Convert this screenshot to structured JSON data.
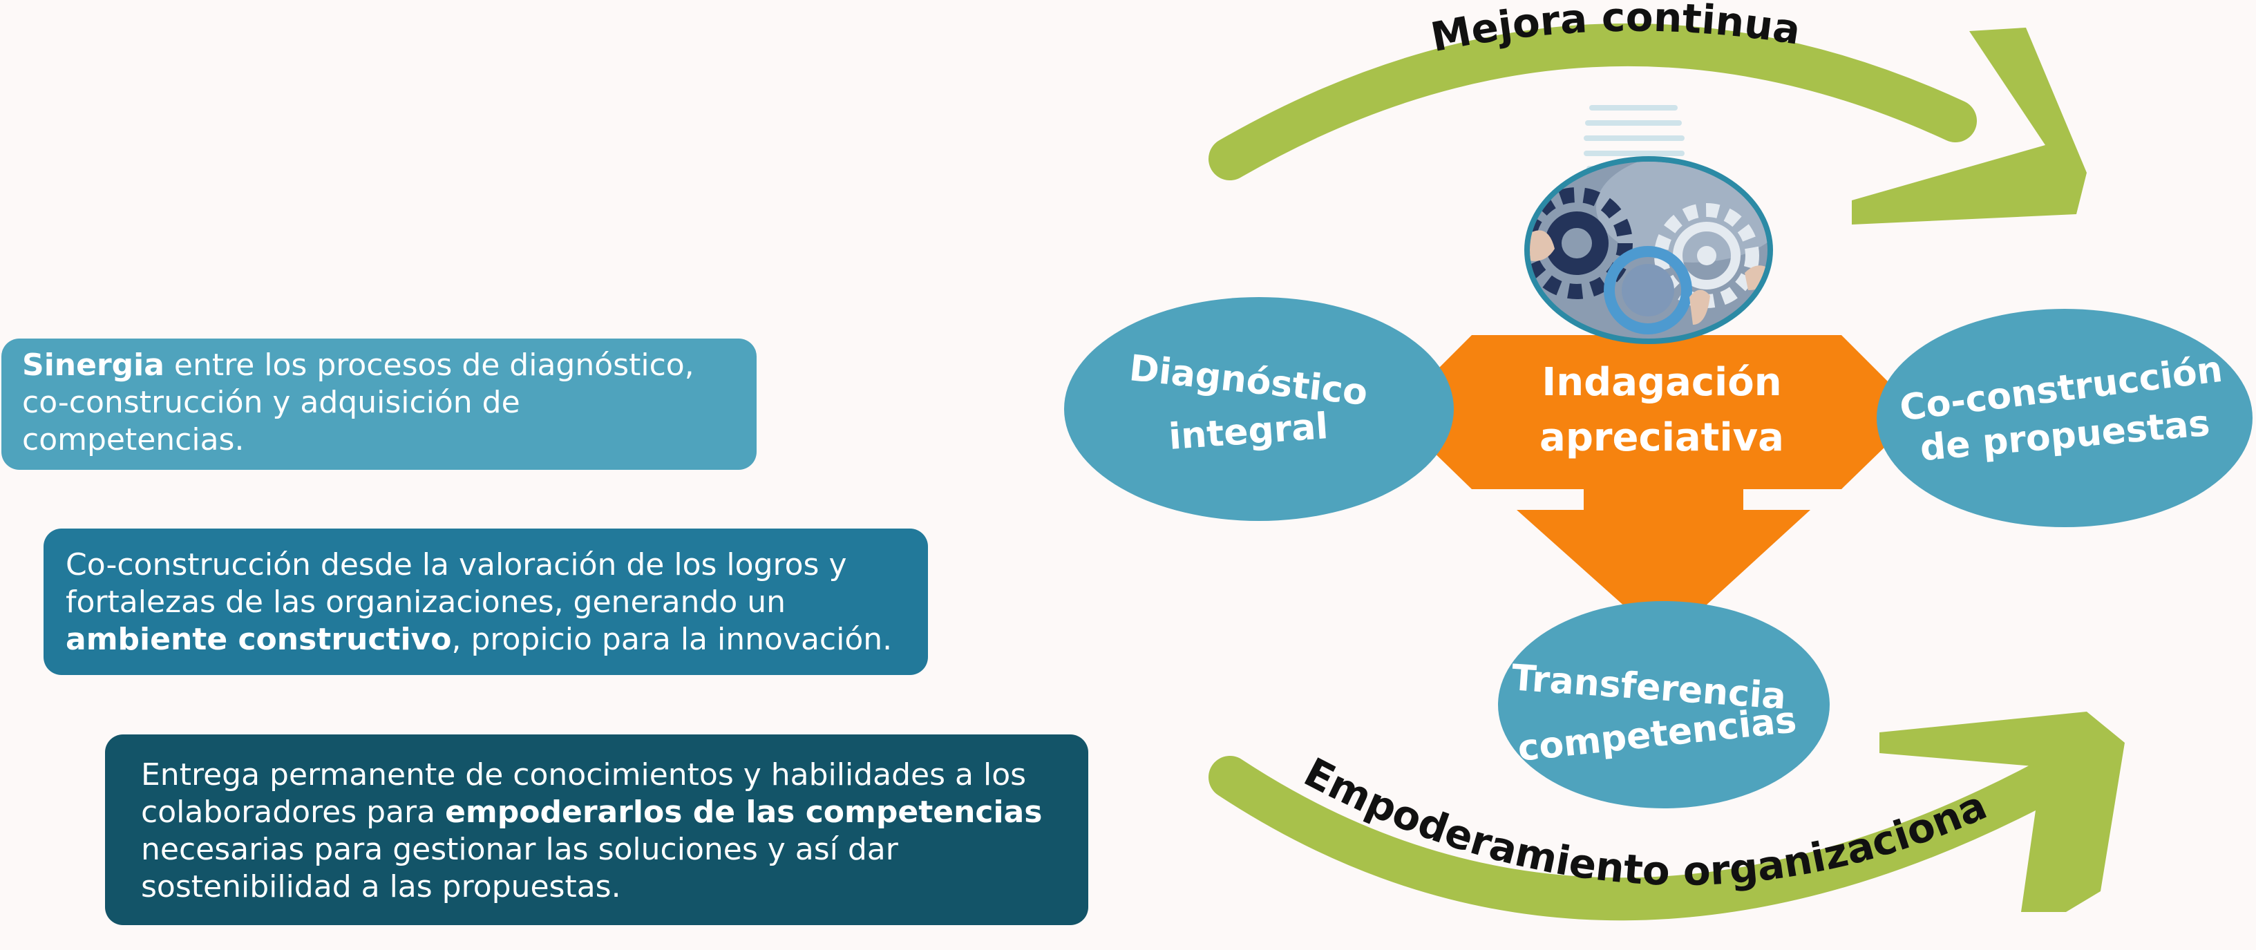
{
  "left_panel": {
    "box1": {
      "bold": "Sinergia",
      "text": " entre los procesos de diagnóstico, co-construcción y adquisición de competencias."
    },
    "box2": {
      "pre": "Co-construcción desde la valoración de los logros y fortalezas de las organizaciones, generando un ",
      "bold": "ambiente constructivo",
      "post": ", propicio para la innovación."
    },
    "box3": {
      "pre": "Entrega permanente de conocimientos y habilidades a los colaboradores para ",
      "bold": "empoderarlos de las competencias",
      "post": " necesarias para gestionar las soluciones y así dar sostenibilidad a las propuestas."
    }
  },
  "diagram": {
    "top_arc_label": "Mejora continua",
    "bottom_arc_label": "Empoderamiento organizacional",
    "center_line1": "Indagación",
    "center_line2": "apreciativa",
    "left_line1": "Diagnóstico",
    "left_line2": "integral",
    "right_line1": "Co-construcción",
    "right_line2": "de propuestas",
    "bottom_line1": "Transferencia",
    "bottom_line2": "competencias",
    "image_icon": "gears-icon"
  },
  "colors": {
    "background": "#fdf9f8",
    "arrow_green": "#a8c14b",
    "center_orange": "#f6830f",
    "ellipse_teal": "#4fa3bd",
    "box_light": "#4fa3bd",
    "box_mid": "#22799a",
    "box_dark": "#135468"
  }
}
